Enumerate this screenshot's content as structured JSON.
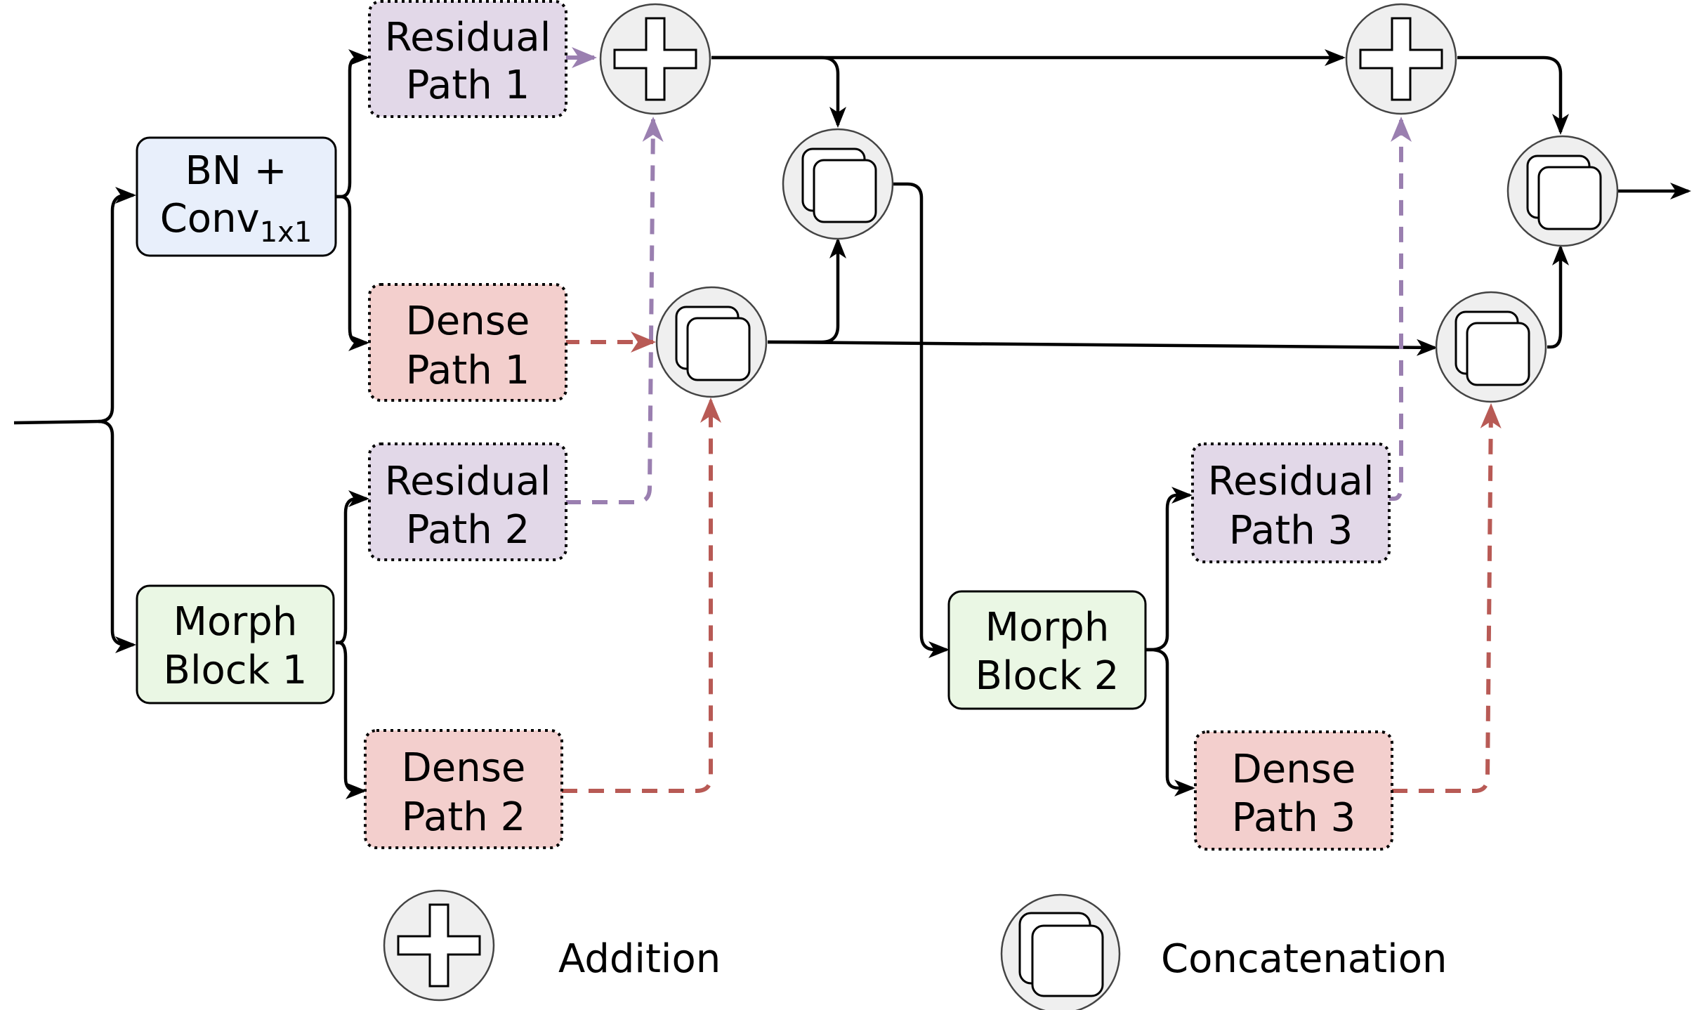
{
  "nodes": {
    "bn_conv": {
      "line1": "BN +",
      "line2_main": "Conv",
      "line2_sub": "1x1"
    },
    "residual_path_1": {
      "line1": "Residual",
      "line2": "Path 1"
    },
    "dense_path_1": {
      "line1": "Dense",
      "line2": "Path 1"
    },
    "residual_path_2": {
      "line1": "Residual",
      "line2": "Path 2"
    },
    "dense_path_2": {
      "line1": "Dense",
      "line2": "Path 2"
    },
    "morph_block_1": {
      "line1": "Morph",
      "line2": "Block 1"
    },
    "morph_block_2": {
      "line1": "Morph",
      "line2": "Block 2"
    },
    "residual_path_3": {
      "line1": "Residual",
      "line2": "Path 3"
    },
    "dense_path_3": {
      "line1": "Dense",
      "line2": "Path 3"
    }
  },
  "legend": {
    "addition_label": "Addition",
    "concatenation_label": "Concatenation"
  },
  "colors": {
    "bn_fill": "#e8effb",
    "morph_fill": "#eaf7e4",
    "residual_fill": "#e2d8e8",
    "dense_fill": "#f3cfcd",
    "residual_arrow": "#9a7fb0",
    "dense_arrow": "#b85a55",
    "operator_fill": "#efefef"
  }
}
